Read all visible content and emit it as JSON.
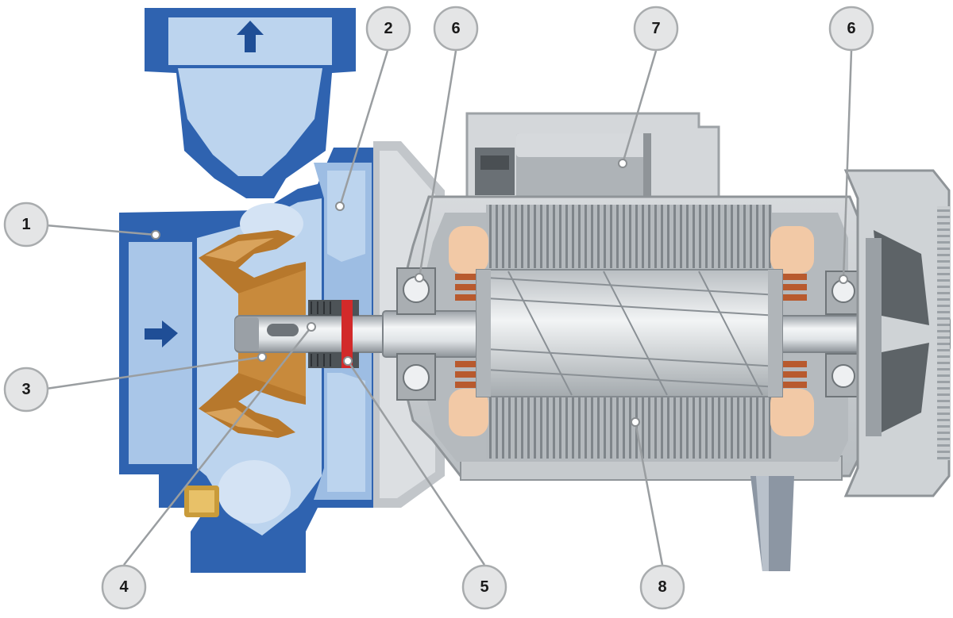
{
  "diagram": {
    "callouts": [
      {
        "id": "c1",
        "label": "1"
      },
      {
        "id": "c2",
        "label": "2"
      },
      {
        "id": "c3",
        "label": "3"
      },
      {
        "id": "c4",
        "label": "4"
      },
      {
        "id": "c5",
        "label": "5"
      },
      {
        "id": "c6a",
        "label": "6"
      },
      {
        "id": "c6b",
        "label": "6"
      },
      {
        "id": "c7",
        "label": "7"
      },
      {
        "id": "c8",
        "label": "8"
      }
    ],
    "colors": {
      "pump_casing": "#2f63b0",
      "pump_casing_light": "#bcd4ee",
      "impeller": "#b7782c",
      "motor_body": "#cfd3d6",
      "motor_shadow": "#9ea4a9",
      "stator_lamination": "#8c9196",
      "winding": "#b85a2e",
      "winding_cap": "#f2c9a6",
      "seal": "#d22a2a",
      "arrow": "#1f4e96"
    }
  }
}
